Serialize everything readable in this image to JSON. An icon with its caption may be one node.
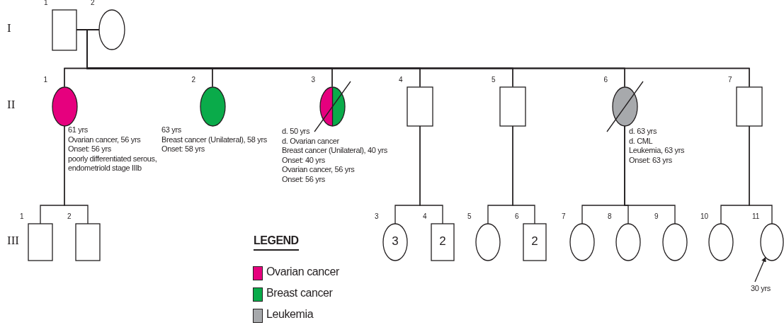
{
  "diagram": {
    "nodes": [
      {
        "text": [],
        "shape": "box",
        "beside": [
          "1"
        ]
      },
      {
        "text": [],
        "shape": "circle",
        "beside": [
          "2"
        ]
      },
      {
        "text": [],
        "shape": "circle",
        "beside": [
          "1",
          "61 yrs",
          "Ovarian cancer, 56 yrs",
          "Onset: 56 yrs",
          "poorly differentiated serous,",
          "endometriold stage IIIb"
        ]
      },
      {
        "text": [],
        "shape": "circle",
        "beside": [
          "2",
          "63 yrs",
          "Breast cancer (Unilateral), 58 yrs",
          "Onset: 58 yrs"
        ]
      },
      {
        "text": [],
        "shape": "circle",
        "beside": [
          "3",
          "d. 50 yrs",
          "d. Ovarian cancer",
          "Breast cancer (Unilateral), 40 yrs",
          "Onset: 40 yrs",
          "Ovarian cancer, 56 yrs",
          "Onset: 56 yrs"
        ]
      },
      {
        "text": [],
        "shape": "box",
        "beside": [
          "4"
        ]
      },
      {
        "text": [],
        "shape": "box",
        "beside": [
          "5"
        ]
      },
      {
        "text": [],
        "shape": "circle",
        "beside": [
          "6",
          "d. 63 yrs",
          "d. CML",
          "Leukemia, 63 yrs",
          "Onset: 63 yrs"
        ]
      },
      {
        "text": [],
        "shape": "box",
        "beside": [
          "7"
        ]
      },
      {
        "text": [],
        "shape": "box",
        "beside": [
          "1"
        ]
      },
      {
        "text": [],
        "shape": "box",
        "beside": [
          "2"
        ]
      },
      {
        "text": [
          "3"
        ],
        "beside": [
          "3"
        ]
      },
      {
        "text": [
          "2"
        ],
        "beside": [
          "4"
        ]
      },
      {
        "text": [],
        "shape": "circle",
        "beside": [
          "5"
        ]
      },
      {
        "text": [
          "2"
        ],
        "beside": [
          "6"
        ]
      },
      {
        "text": [],
        "shape": "circle",
        "beside": [
          "7"
        ]
      },
      {
        "text": [],
        "shape": "circle",
        "beside": [
          "8"
        ]
      },
      {
        "text": [],
        "shape": "circle",
        "beside": [
          "9"
        ]
      },
      {
        "text": [],
        "shape": "circle",
        "beside": [
          "10"
        ]
      },
      {
        "text": [],
        "shape": "circle",
        "beside": [
          "11",
          "30 yrs"
        ]
      }
    ],
    "edges": [
      {
        "from": 0,
        "to": 1,
        "arrow": "none"
      },
      {
        "from": 0,
        "to": 2,
        "arrow": "none"
      },
      {
        "from": 1,
        "to": 2,
        "arrow": "none"
      },
      {
        "from": 0,
        "to": 3,
        "arrow": "none"
      },
      {
        "from": 1,
        "to": 3,
        "arrow": "none"
      },
      {
        "from": 0,
        "to": 4,
        "arrow": "none"
      },
      {
        "from": 1,
        "to": 4,
        "arrow": "none"
      },
      {
        "from": 0,
        "to": 5,
        "arrow": "none"
      },
      {
        "from": 1,
        "to": 5,
        "arrow": "none"
      },
      {
        "from": 0,
        "to": 6,
        "arrow": "none"
      },
      {
        "from": 1,
        "to": 6,
        "arrow": "none"
      },
      {
        "from": 0,
        "to": 7,
        "arrow": "none"
      },
      {
        "from": 1,
        "to": 7,
        "arrow": "none"
      },
      {
        "from": 0,
        "to": 8,
        "arrow": "none"
      },
      {
        "from": 1,
        "to": 8,
        "arrow": "none"
      },
      {
        "from": 2,
        "to": 9,
        "arrow": "none"
      },
      {
        "from": 2,
        "to": 10,
        "arrow": "none"
      },
      {
        "from": 5,
        "to": 11,
        "arrow": "none"
      },
      {
        "from": 5,
        "to": 12,
        "arrow": "none"
      },
      {
        "from": 6,
        "to": 13,
        "arrow": "none"
      },
      {
        "from": 6,
        "to": 14,
        "arrow": "none"
      },
      {
        "from": 7,
        "to": 15,
        "arrow": "none"
      },
      {
        "from": 7,
        "to": 16,
        "arrow": "none"
      },
      {
        "from": 7,
        "to": 17,
        "arrow": "none"
      },
      {
        "from": 8,
        "to": 18,
        "arrow": "none"
      },
      {
        "from": 8,
        "to": 19,
        "arrow": "none"
      },
      {
        "from": null,
        "to": 19,
        "arrow": "to"
      }
    ],
    "labels": [
      "I",
      "II",
      "III",
      "LEGEND"
    ],
    "legend": [
      {
        "text": "Ovarian cancer",
        "color": "#e6007e"
      },
      {
        "text": "Breast cancer",
        "color": "#0aab4a"
      },
      {
        "text": "Leukemia",
        "color": "#a7a9ac"
      }
    ]
  }
}
